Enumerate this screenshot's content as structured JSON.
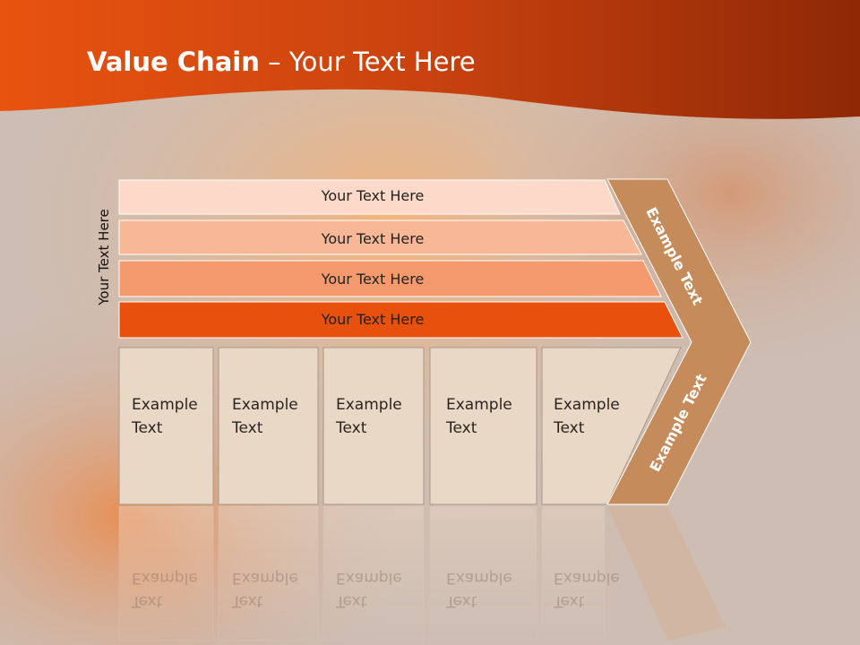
{
  "title": {
    "bold": "Value Chain",
    "rest": " – Your Text Here"
  },
  "side_label": "Your Text Here",
  "bars": [
    "Your Text Here",
    "Your Text Here",
    "Your Text Here",
    "Your Text Here"
  ],
  "boxes": [
    {
      "line1": "Example",
      "line2": "Text"
    },
    {
      "line1": "Example",
      "line2": "Text"
    },
    {
      "line1": "Example",
      "line2": "Text"
    },
    {
      "line1": "Example",
      "line2": "Text"
    },
    {
      "line1": "Example",
      "line2": "Text"
    }
  ],
  "chevron_top": "Example Text",
  "chevron_bottom": "Example Text",
  "colors": {
    "header": "#c64412",
    "bar1": "#fcd9c8",
    "bar2": "#f8b896",
    "bar3": "#f59a6d",
    "bar4": "#e8500e",
    "box": "#ead8c6",
    "chevron": "#c58b5b"
  }
}
